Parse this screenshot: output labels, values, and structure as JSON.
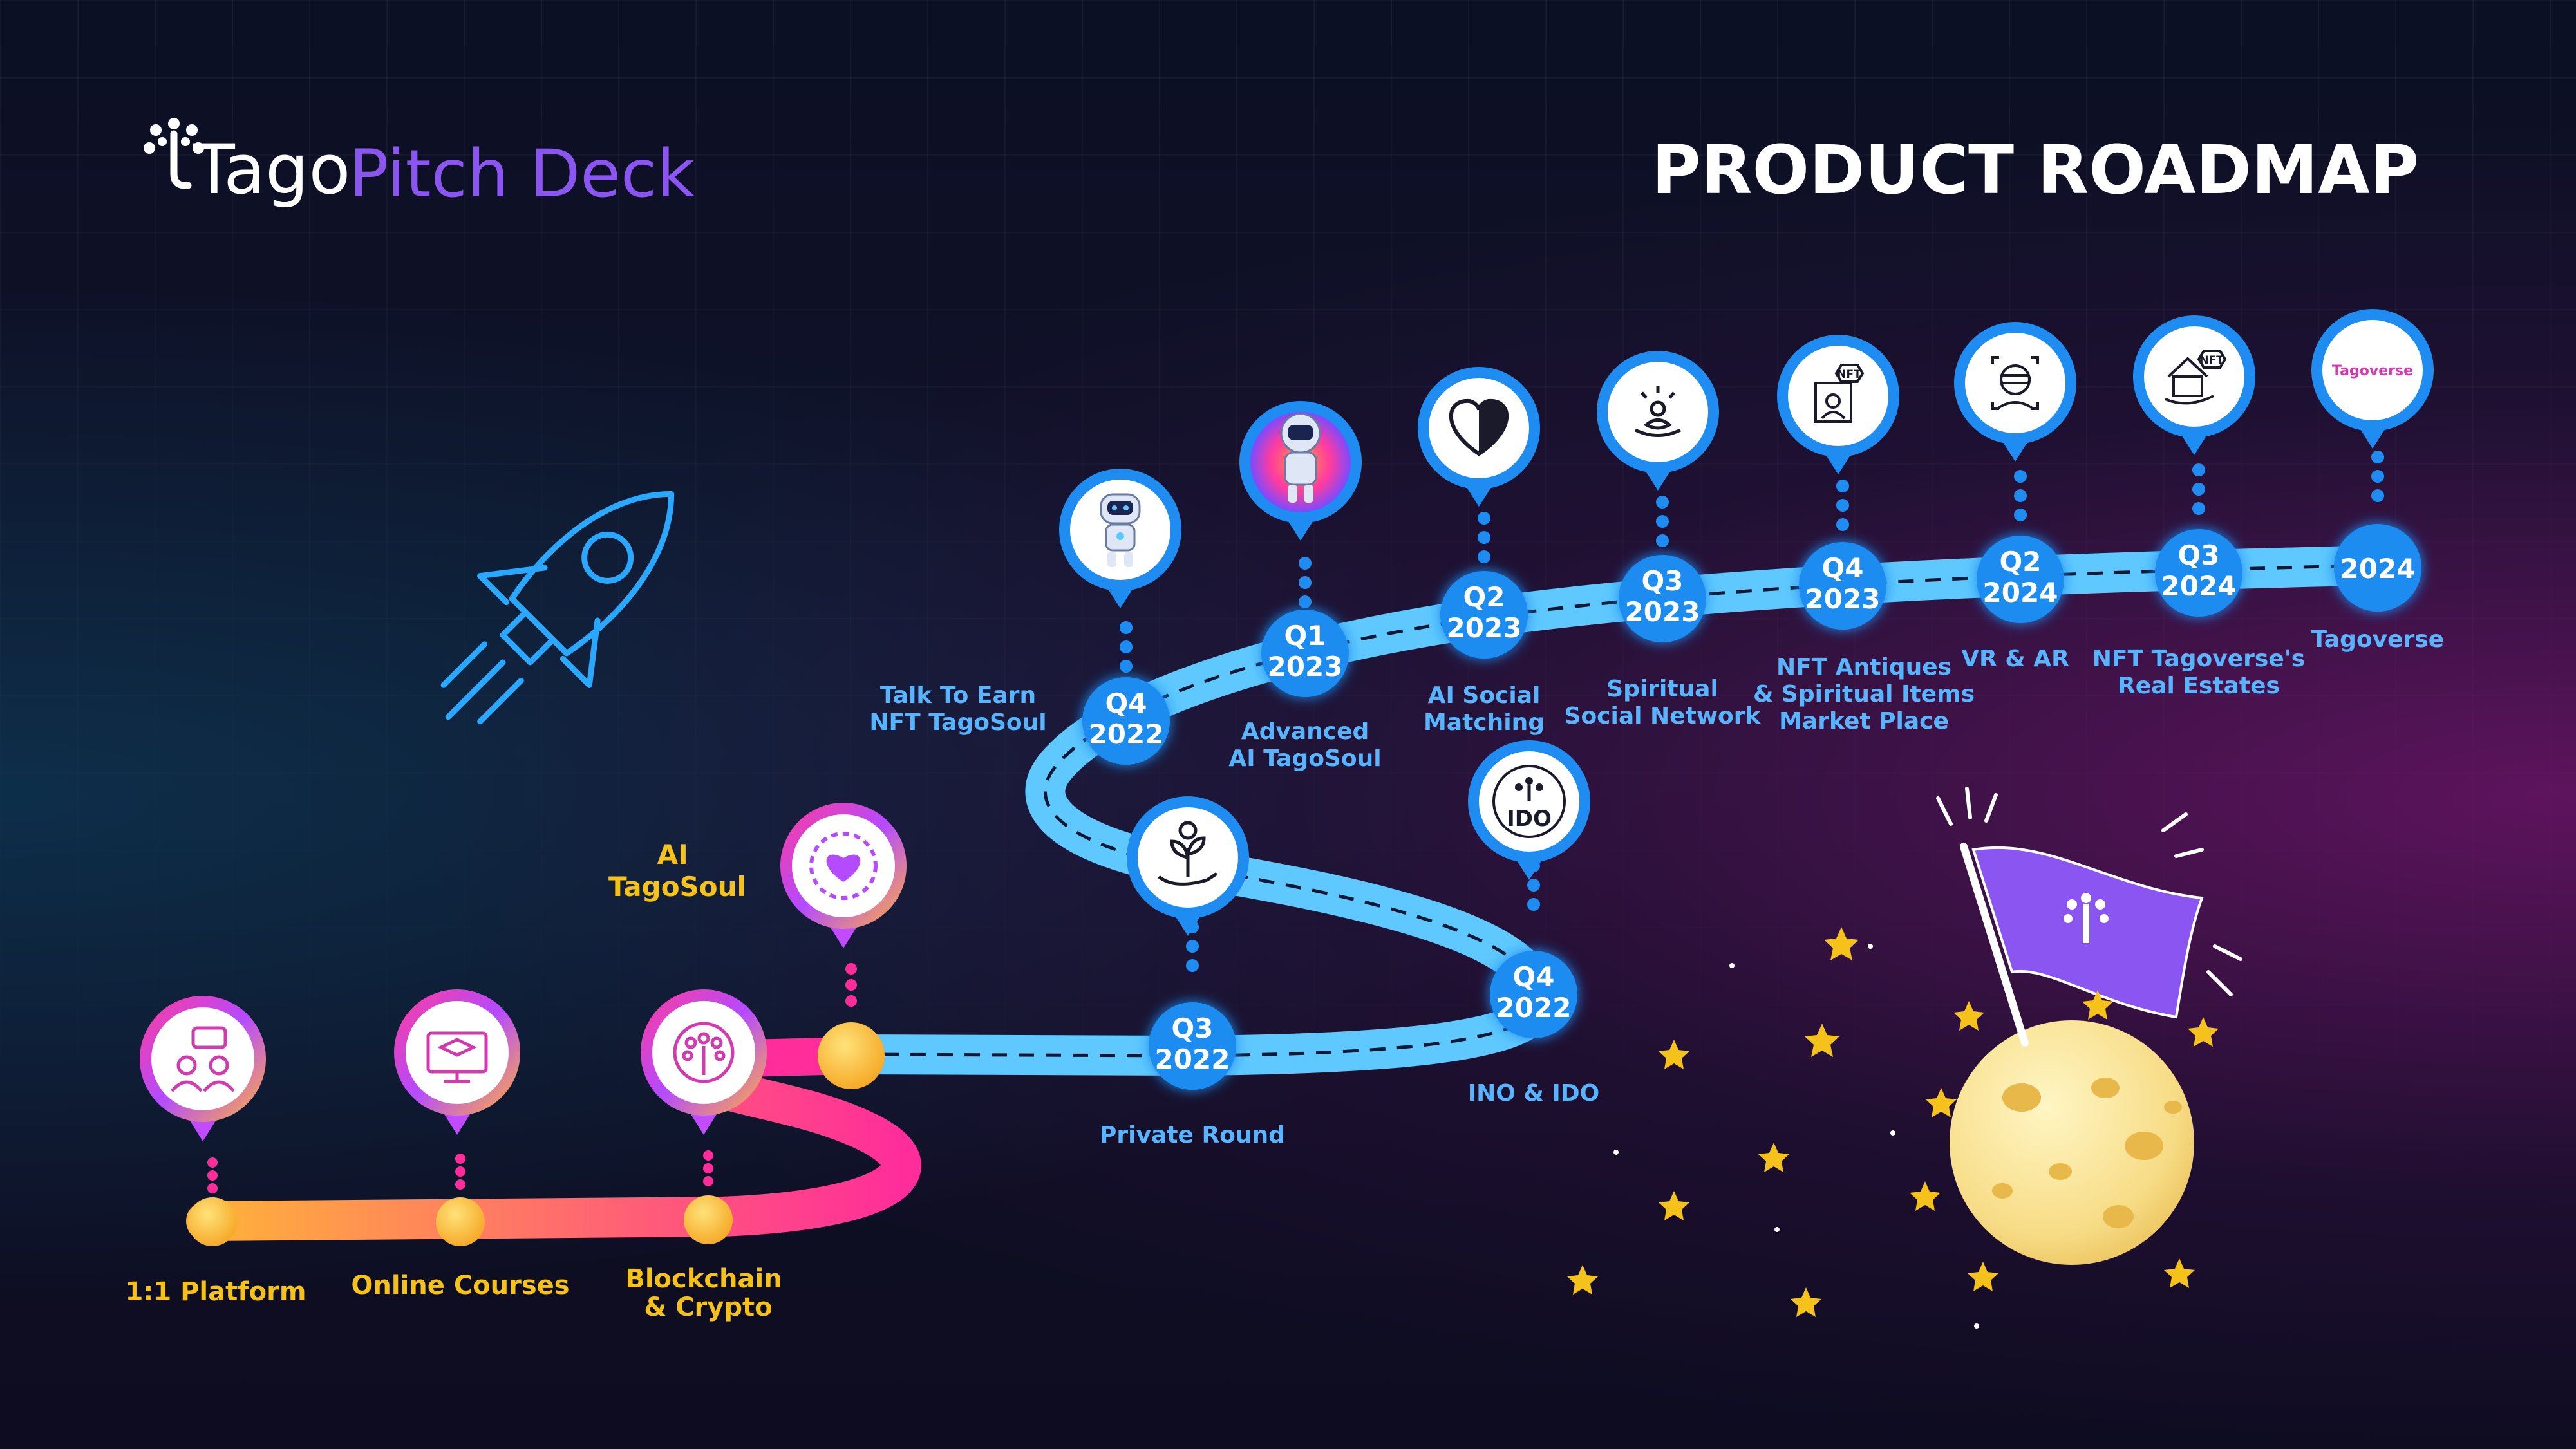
{
  "header": {
    "logo_text": "Tago",
    "subtitle": "Pitch Deck",
    "title": "PRODUCT ROADMAP"
  },
  "colors": {
    "accent_purple": "#8a55f0",
    "node_blue": "#1e8cf0",
    "road_blue": "#58c6ff",
    "label_blue": "#58b4ff",
    "label_yellow": "#f5c21b",
    "road_orange": "#ffaa33",
    "road_pink": "#ff2d9a"
  },
  "early_stages": [
    {
      "label": "1:1 Platform",
      "icon": "people-chat-icon"
    },
    {
      "label": "Online Courses",
      "icon": "monitor-graduation-icon"
    },
    {
      "label": "Blockchain\n& Crypto",
      "icon": "tree-network-icon"
    }
  ],
  "ai_tagosoul": {
    "label": "AI\nTagoSoul",
    "icon": "heart-lotus-icon"
  },
  "milestones": [
    {
      "quarter": "Q3",
      "year": "2022",
      "label": "Private Round",
      "icon": "money-plant-icon"
    },
    {
      "quarter": "Q4",
      "year": "2022",
      "label": "INO & IDO",
      "icon": "ido-tree-icon",
      "icon_text": "IDO"
    },
    {
      "quarter": "Q4",
      "year": "2022",
      "label": "Talk To Earn\nNFT TagoSoul",
      "icon": "robot-icon"
    },
    {
      "quarter": "Q1",
      "year": "2023",
      "label": "Advanced\nAI TagoSoul",
      "icon": "astronaut-icon"
    },
    {
      "quarter": "Q2",
      "year": "2023",
      "label": "AI Social\nMatching",
      "icon": "heart-icon"
    },
    {
      "quarter": "Q3",
      "year": "2023",
      "label": "Spiritual\nSocial Network",
      "icon": "meditation-icon"
    },
    {
      "quarter": "Q4",
      "year": "2023",
      "label": "NFT Antiques\n& Spiritual Items\nMarket Place",
      "icon": "nft-frame-icon",
      "icon_text": "NFT"
    },
    {
      "quarter": "Q2",
      "year": "2024",
      "label": "VR & AR",
      "icon": "vr-face-icon"
    },
    {
      "quarter": "Q3",
      "year": "2024",
      "label": "NFT Tagoverse's\nReal Estates",
      "icon": "nft-house-icon",
      "icon_text": "NFT"
    },
    {
      "quarter": "",
      "year": "2024",
      "label": "Tagoverse",
      "icon": "tagoverse-logo-icon",
      "icon_text": "Tagoverse"
    }
  ],
  "decor": {
    "rocket": "rocket-icon",
    "moon": "moon-icon",
    "flag": "tago-flag-icon"
  }
}
